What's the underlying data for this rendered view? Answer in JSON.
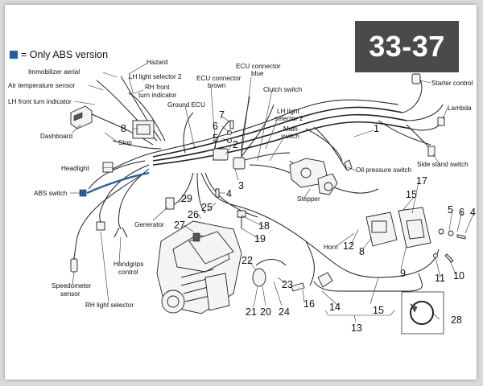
{
  "badge": "33-37",
  "legend": {
    "text": "= Only ABS version",
    "color": "#1f5fa8"
  },
  "labels": {
    "hazard": "Hazard",
    "immobilizer_aerial": "Immobilizer aerial",
    "lh_light_selector_2_top": "LH light selector 2",
    "air_temp_sensor": "Air temperature sensor",
    "rh_front_turn_indicator_1": "RH front",
    "rh_front_turn_indicator_2": "turn indicator",
    "lh_front_turn_indicator": "LH front turn indicator",
    "ecu_connector_brown_1": "ECU connector",
    "ecu_connector_brown_2": "brown",
    "ecu_connector_blue_1": "ECU connector",
    "ecu_connector_blue_2": "blue",
    "clutch_switch": "Clutch switch",
    "ground_ecu": "Ground ECU",
    "lh_light_selector_2_mid_1": "LH light",
    "lh_light_selector_2_mid_2": "selector 2",
    "main_switch_1": "Main",
    "main_switch_2": "switch",
    "dashboard": "Dashboard",
    "stop": "Stop",
    "starter_control": "Starter control",
    "lambda": "Lambda",
    "side_stand_switch": "Side stand switch",
    "headlight": "Headlight",
    "oil_pressure_switch": "Oil pressure switch",
    "abs_switch": "ABS switch",
    "stepper": "Stepper",
    "generator": "Generator",
    "horn": "Horn",
    "handgrips_control_1": "Handgrips",
    "handgrips_control_2": "control",
    "speedometer_sensor_1": "Speedometer",
    "speedometer_sensor_2": "sensor",
    "rh_light_selector": "RH light selector"
  },
  "callouts": [
    "1",
    "2",
    "3",
    "4",
    "5",
    "6",
    "7",
    "8",
    "8",
    "9",
    "10",
    "11",
    "12",
    "13",
    "14",
    "15",
    "15",
    "16",
    "17",
    "18",
    "19",
    "20",
    "21",
    "22",
    "23",
    "24",
    "25",
    "26",
    "27",
    "28",
    "29",
    "4",
    "5",
    "6"
  ]
}
